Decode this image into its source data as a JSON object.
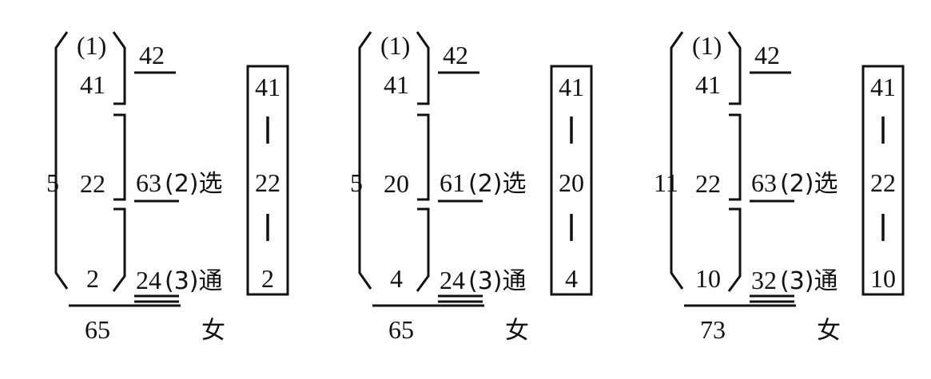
{
  "mark_label": "(1)",
  "choose_label": "(2)选",
  "connect_label": "(3)通",
  "female_label": "女",
  "puzzles": [
    {
      "left": "5",
      "t1": "41",
      "t2": "22",
      "t3": "2",
      "sum1": "42",
      "sum2": "63",
      "sum3": "24",
      "bottom": "65",
      "col": [
        "41",
        "22",
        "2"
      ]
    },
    {
      "left": "5",
      "t1": "41",
      "t2": "20",
      "t3": "4",
      "sum1": "42",
      "sum2": "61",
      "sum3": "24",
      "bottom": "65",
      "col": [
        "41",
        "20",
        "4"
      ]
    },
    {
      "left": "11",
      "t1": "41",
      "t2": "22",
      "t3": "10",
      "sum1": "42",
      "sum2": "63",
      "sum3": "32",
      "bottom": "73",
      "col": [
        "41",
        "22",
        "10"
      ]
    }
  ]
}
